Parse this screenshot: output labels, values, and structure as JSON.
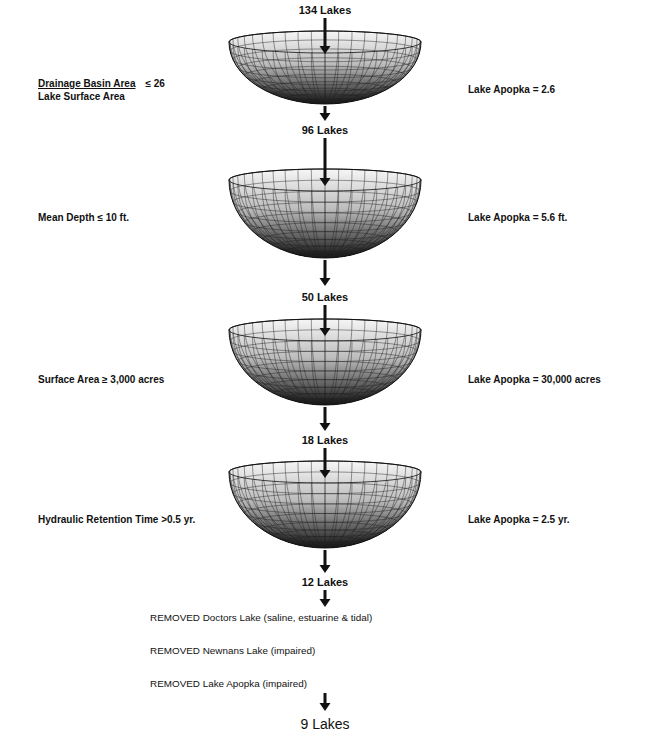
{
  "diagram": {
    "labels": [
      "134 Lakes",
      "Drainage Basin Area",
      "≤ 26",
      "Lake Surface Area",
      "Lake Apopka = 2.6",
      "96 Lakes",
      "Mean Depth ≤ 10 ft.",
      "Lake Apopka = 5.6 ft.",
      "50 Lakes",
      "Surface Area ≥ 3,000 acres",
      "Lake Apopka = 30,000 acres",
      "18 Lakes",
      "Hydraulic Retention Time >0.5 yr.",
      "Lake Apopka = 2.5 yr.",
      "12 Lakes",
      "REMOVED Doctors Lake (saline, estuarine & tidal)",
      "REMOVED Newnans Lake (impaired)",
      "REMOVED Lake Apopka (impaired)",
      "9 Lakes"
    ]
  }
}
